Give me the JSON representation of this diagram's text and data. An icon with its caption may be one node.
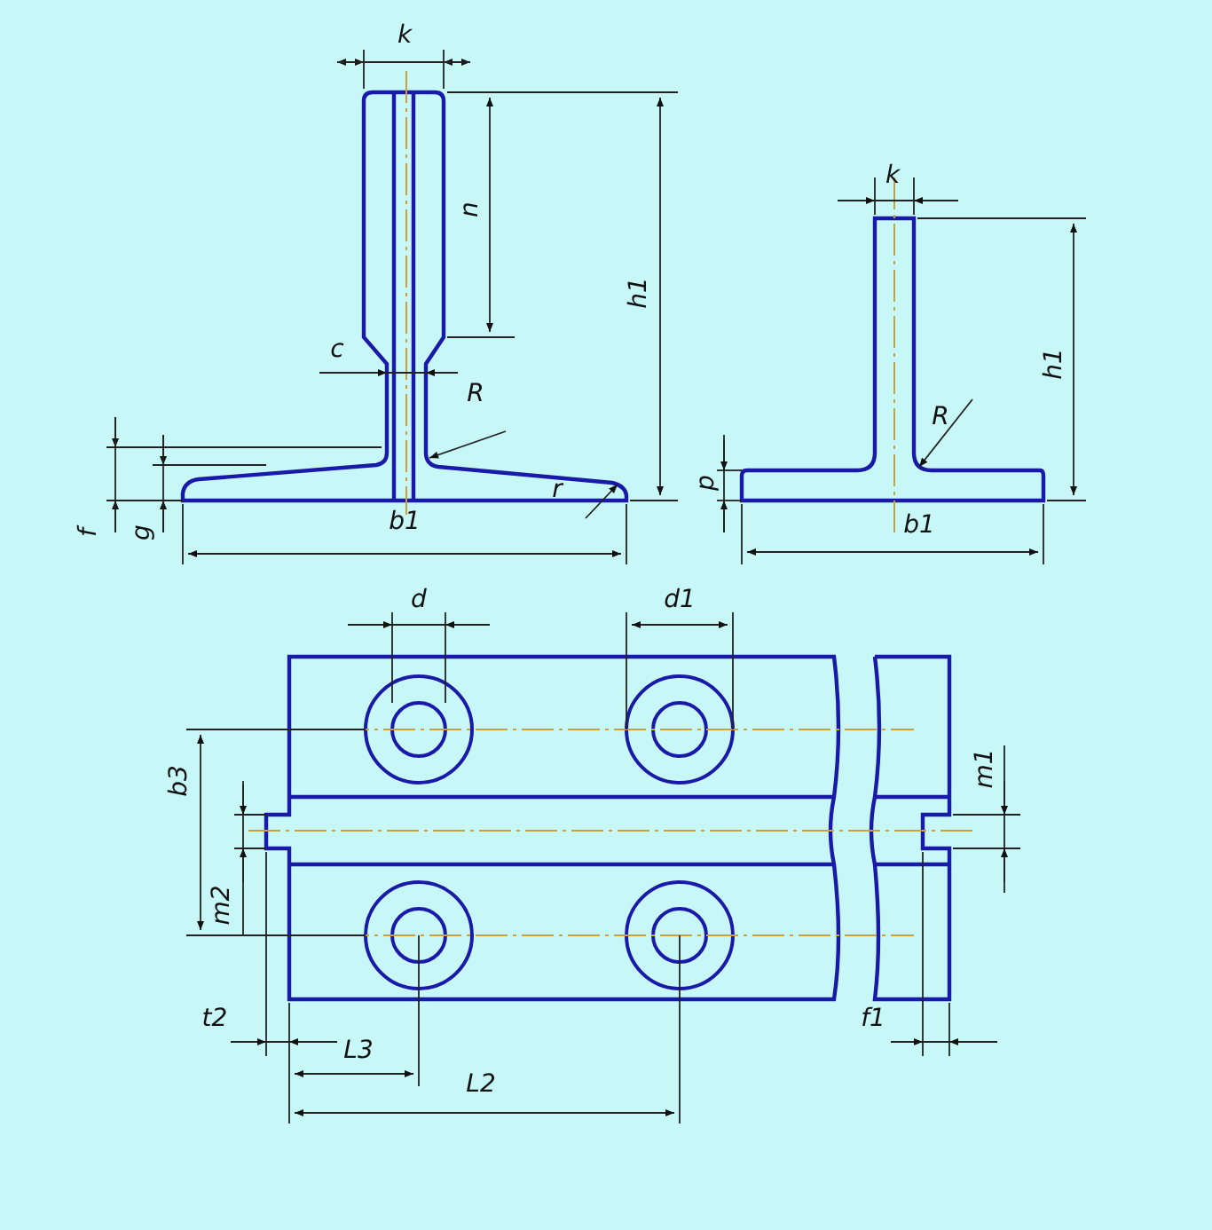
{
  "diagram": {
    "labels": [
      "k",
      "k",
      "n",
      "h1",
      "h1",
      "c",
      "R",
      "R",
      "r",
      "p",
      "f",
      "g",
      "b1",
      "b1",
      "d",
      "d1",
      "b3",
      "m1",
      "m2",
      "t2",
      "f1",
      "L3",
      "L2"
    ]
  }
}
